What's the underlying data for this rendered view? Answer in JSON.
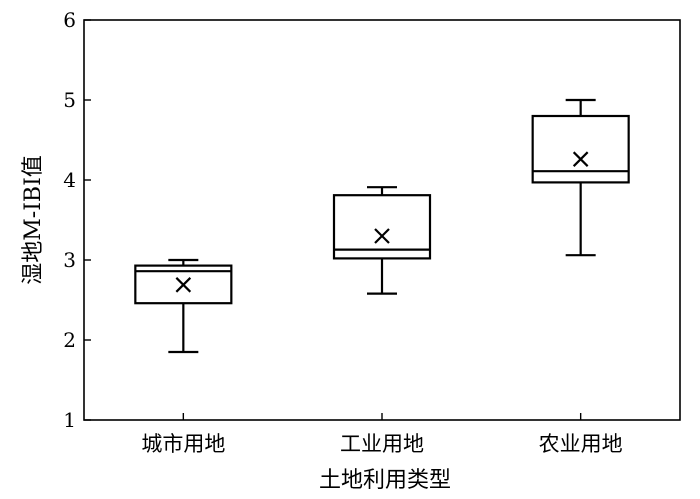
{
  "chart_data": {
    "type": "box",
    "title": "",
    "xlabel": "土地利用类型",
    "ylabel": "湿地M-IBI值",
    "ylim": [
      1,
      6
    ],
    "yticks": [
      1,
      2,
      3,
      4,
      5,
      6
    ],
    "categories": [
      "城市用地",
      "工业用地",
      "农业用地"
    ],
    "boxes": [
      {
        "category": "城市用地",
        "min": 1.85,
        "q1": 2.46,
        "median": 2.86,
        "q3": 2.93,
        "max": 3.0,
        "mean": 2.69
      },
      {
        "category": "工业用地",
        "min": 2.58,
        "q1": 3.02,
        "median": 3.13,
        "q3": 3.81,
        "max": 3.91,
        "mean": 3.3
      },
      {
        "category": "农业用地",
        "min": 3.06,
        "q1": 3.97,
        "median": 4.11,
        "q3": 4.8,
        "max": 5.0,
        "mean": 4.26
      }
    ],
    "grid": false,
    "legend": "none",
    "colors": {
      "line": "#000000",
      "box_fill": "#ffffff"
    }
  }
}
